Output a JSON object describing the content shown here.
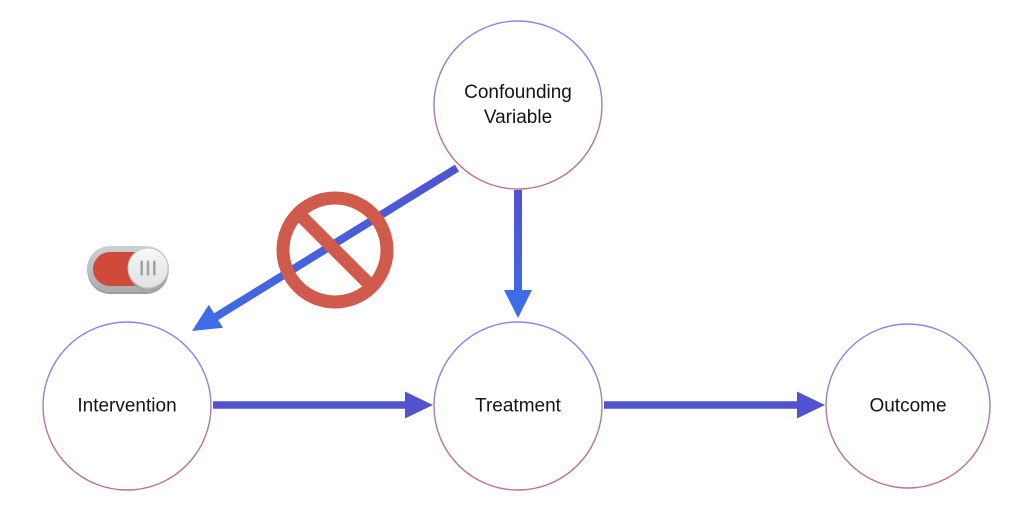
{
  "diagram": {
    "type": "causal-graph",
    "background": "#ffffff",
    "nodes": {
      "confounding": {
        "label": "Confounding Variable"
      },
      "intervention": {
        "label": "Intervention"
      },
      "treatment": {
        "label": "Treatment"
      },
      "outcome": {
        "label": "Outcome"
      }
    },
    "edges": [
      {
        "from": "Confounding Variable",
        "to": "Intervention",
        "status": "blocked"
      },
      {
        "from": "Confounding Variable",
        "to": "Treatment",
        "status": "open"
      },
      {
        "from": "Intervention",
        "to": "Treatment",
        "status": "open"
      },
      {
        "from": "Treatment",
        "to": "Outcome",
        "status": "open"
      }
    ],
    "icons": {
      "prohibition": "prohibition-icon",
      "toggle": "toggle-switch-icon",
      "toggle_knob_position": "right"
    },
    "colors": {
      "arrow_line": "#5153d1",
      "arrow_head_blue": "#3e6ce6",
      "node_border_top": "#8289ec",
      "node_border_bottom": "#c46e8a",
      "node_fill": "#ffffff",
      "prohibition_red": "#d05a4c",
      "toggle_red": "#d04a3b",
      "label_text": "#141414"
    }
  }
}
